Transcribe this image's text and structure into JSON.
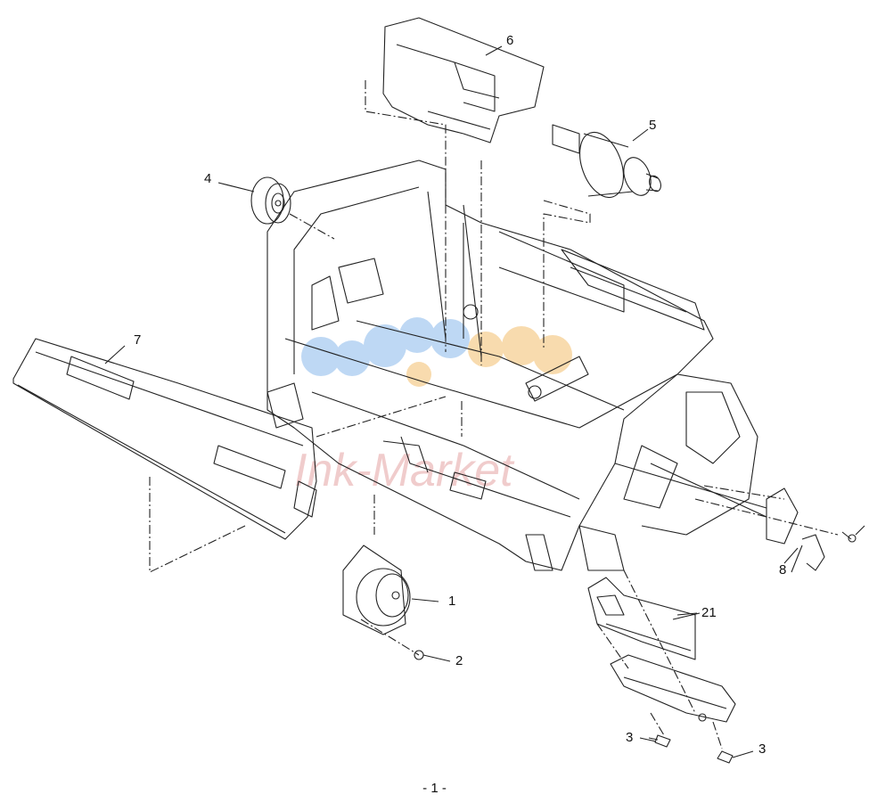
{
  "callouts": {
    "c1": "1",
    "c2": "2",
    "c3a": "3",
    "c3b": "3",
    "c4": "4",
    "c5": "5",
    "c6": "6",
    "c7": "7",
    "c8": "8",
    "c21": "21"
  },
  "page_number": "- 1 -",
  "watermark": {
    "text": "Ink-Market",
    "dot_colors": [
      "#9cc4ee",
      "#f4c27a"
    ],
    "text_color": "#e8b4b4"
  }
}
